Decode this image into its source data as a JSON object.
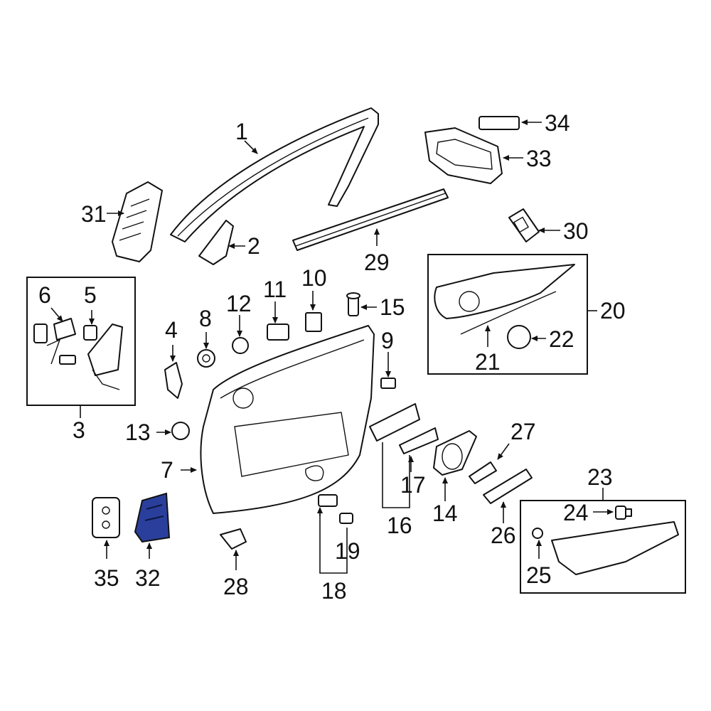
{
  "diagram": {
    "highlight_color": "#2a3f9c",
    "highlighted_part": "32",
    "callouts": [
      "1",
      "2",
      "3",
      "4",
      "5",
      "6",
      "7",
      "8",
      "9",
      "10",
      "11",
      "12",
      "13",
      "14",
      "15",
      "16",
      "17",
      "18",
      "19",
      "20",
      "21",
      "22",
      "23",
      "24",
      "25",
      "26",
      "27",
      "28",
      "29",
      "30",
      "31",
      "32",
      "33",
      "34",
      "35"
    ]
  }
}
